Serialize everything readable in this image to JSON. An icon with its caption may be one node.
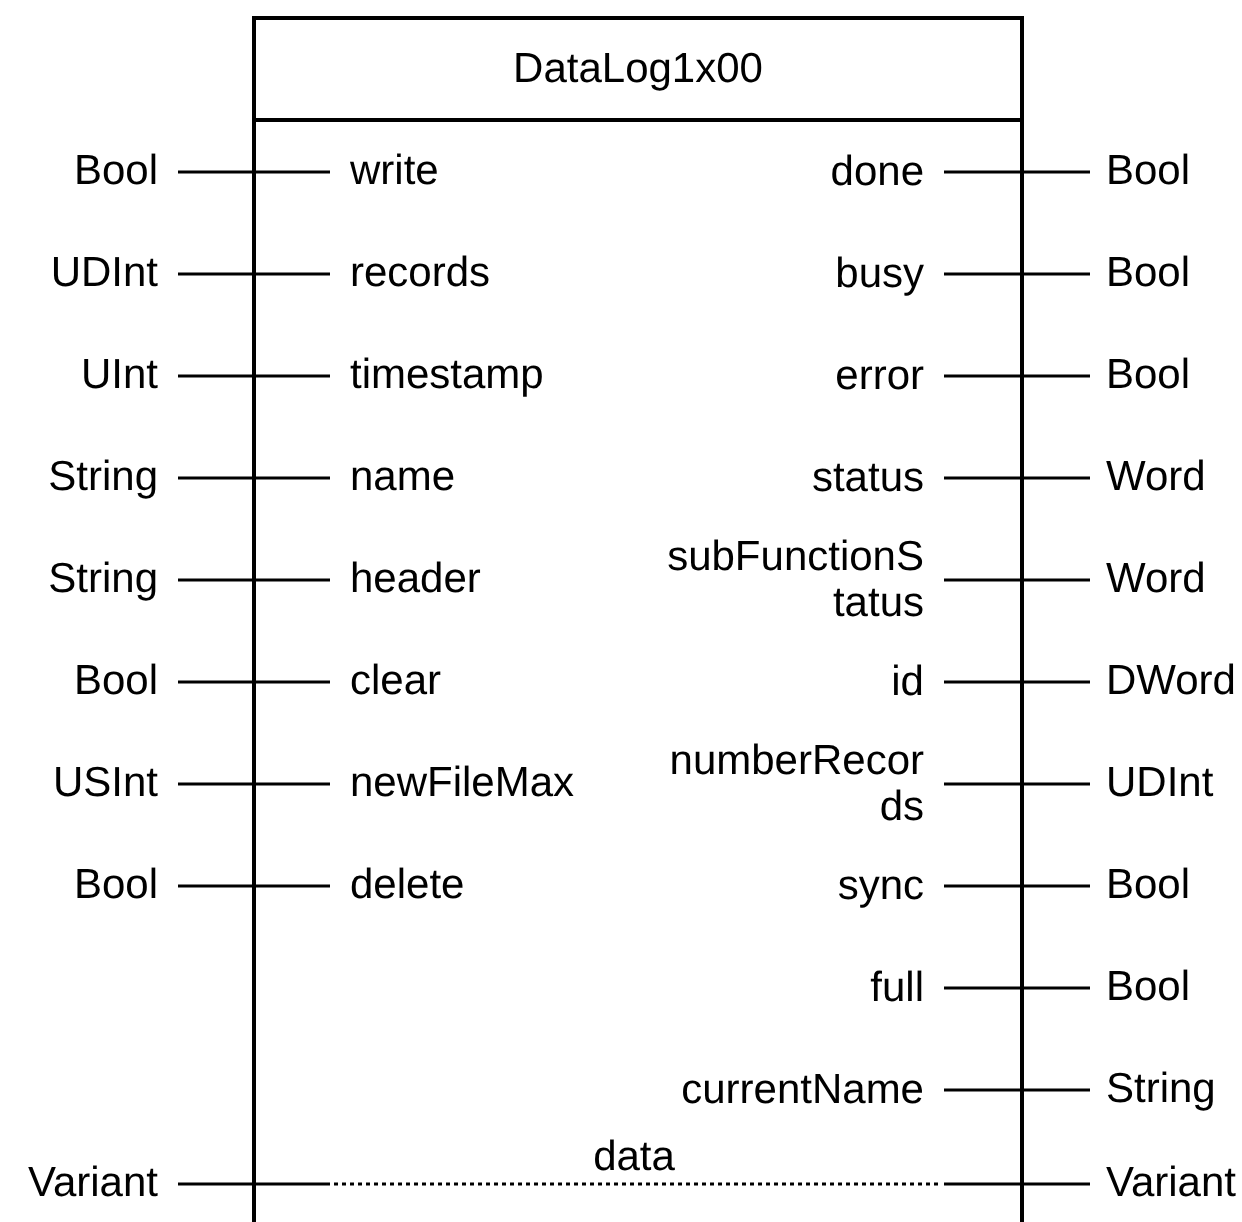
{
  "diagram": {
    "nodes": [
      {
        "text": [
          "DataLog1x00"
        ]
      },
      {
        "text": [
          "Bool"
        ]
      },
      {
        "text": [
          "write"
        ],
        "in": 0
      },
      {
        "text": [
          "done"
        ],
        "in": 0
      },
      {
        "text": [
          "Bool"
        ]
      },
      {
        "text": [
          "UDInt"
        ]
      },
      {
        "text": [
          "records"
        ],
        "in": 0
      },
      {
        "text": [
          "busy"
        ],
        "in": 0
      },
      {
        "text": [
          "Bool"
        ]
      },
      {
        "text": [
          "UInt"
        ]
      },
      {
        "text": [
          "timestamp"
        ],
        "in": 0
      },
      {
        "text": [
          "error"
        ],
        "in": 0
      },
      {
        "text": [
          "Bool"
        ]
      },
      {
        "text": [
          "String"
        ]
      },
      {
        "text": [
          "name"
        ],
        "in": 0
      },
      {
        "text": [
          "status"
        ],
        "in": 0
      },
      {
        "text": [
          "Word"
        ]
      },
      {
        "text": [
          "String"
        ]
      },
      {
        "text": [
          "header"
        ],
        "in": 0
      },
      {
        "text": [
          "subFunctionStatus"
        ],
        "in": 0
      },
      {
        "text": [
          "Word"
        ]
      },
      {
        "text": [
          "Bool"
        ]
      },
      {
        "text": [
          "clear"
        ],
        "in": 0
      },
      {
        "text": [
          "id"
        ],
        "in": 0
      },
      {
        "text": [
          "DWord"
        ]
      },
      {
        "text": [
          "USInt"
        ]
      },
      {
        "text": [
          "newFileMax"
        ],
        "in": 0
      },
      {
        "text": [
          "numberRecords"
        ],
        "in": 0
      },
      {
        "text": [
          "UDInt"
        ]
      },
      {
        "text": [
          "Bool"
        ]
      },
      {
        "text": [
          "delete"
        ],
        "in": 0
      },
      {
        "text": [
          "sync"
        ],
        "in": 0
      },
      {
        "text": [
          "Bool"
        ]
      },
      {
        "text": [
          "full"
        ],
        "in": 0
      },
      {
        "text": [
          "Bool"
        ]
      },
      {
        "text": [
          "currentName"
        ],
        "in": 0
      },
      {
        "text": [
          "String"
        ]
      },
      {
        "text": [
          "Variant"
        ]
      },
      {
        "text": [
          "Variant"
        ]
      }
    ],
    "edges": [
      {
        "from": 1,
        "to": 2,
        "arrow": "none"
      },
      {
        "from": 3,
        "to": 4,
        "arrow": "none"
      },
      {
        "from": 5,
        "to": 6,
        "arrow": "none"
      },
      {
        "from": 7,
        "to": 8,
        "arrow": "none"
      },
      {
        "from": 9,
        "to": 10,
        "arrow": "none"
      },
      {
        "from": 11,
        "to": 12,
        "arrow": "none"
      },
      {
        "from": 13,
        "to": 14,
        "arrow": "none"
      },
      {
        "from": 15,
        "to": 16,
        "arrow": "none"
      },
      {
        "from": 17,
        "to": 18,
        "arrow": "none"
      },
      {
        "from": 19,
        "to": 20,
        "arrow": "none"
      },
      {
        "from": 21,
        "to": 22,
        "arrow": "none"
      },
      {
        "from": 23,
        "to": 24,
        "arrow": "none"
      },
      {
        "from": 25,
        "to": 26,
        "arrow": "none"
      },
      {
        "from": 27,
        "to": 28,
        "arrow": "none"
      },
      {
        "from": 29,
        "to": 30,
        "arrow": "none"
      },
      {
        "from": 31,
        "to": 32,
        "arrow": "none"
      },
      {
        "from": 33,
        "to": 34,
        "arrow": "none"
      },
      {
        "from": 35,
        "to": 36,
        "arrow": "none"
      },
      {
        "from": 37,
        "to": 38,
        "arrow": "none",
        "label": "data",
        "style": "dashed"
      }
    ]
  }
}
